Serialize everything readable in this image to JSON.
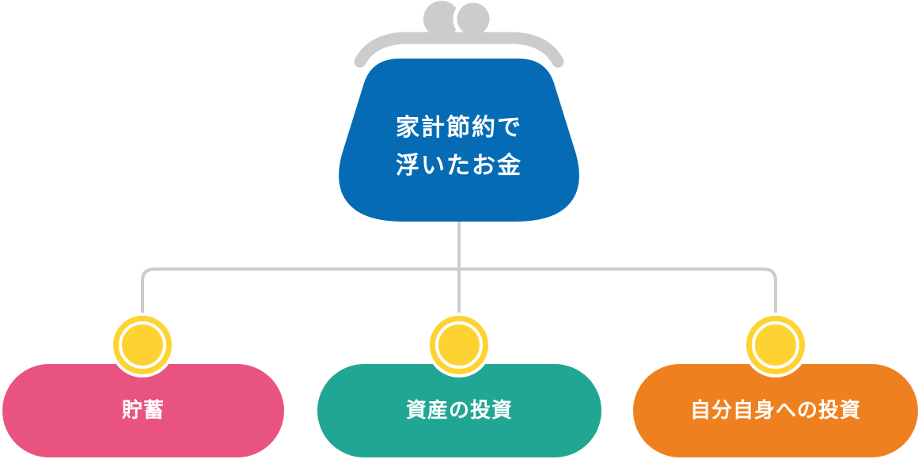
{
  "purse": {
    "line1": "家計節約で",
    "line2": "浮いたお金",
    "color": "#046bb4"
  },
  "branches": [
    {
      "label": "貯蓄",
      "color": "#e8547f"
    },
    {
      "label": "資産の投資",
      "color": "#22a694"
    },
    {
      "label": "自分自身への投資",
      "color": "#ef801f"
    }
  ],
  "colors": {
    "line": "#cccccc",
    "coin": "#fed331"
  }
}
